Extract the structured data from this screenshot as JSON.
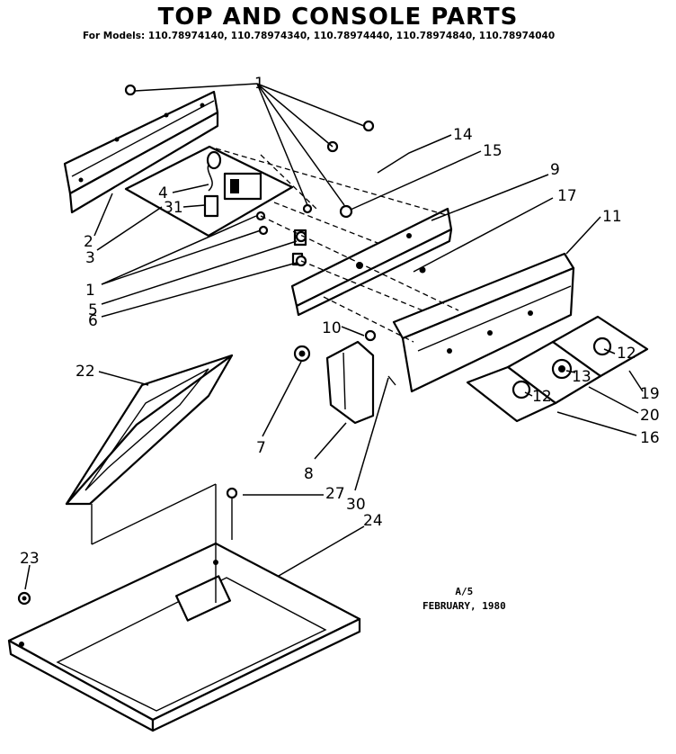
{
  "header": {
    "title": "TOP AND CONSOLE PARTS",
    "models_prefix": "For Models:",
    "models": "110.78974140, 110.78974340, 110.78974440, 110.78974840, 110.78974040"
  },
  "footer": {
    "code": "A/5",
    "date": "FEBRUARY, 1980"
  },
  "callouts": [
    {
      "id": "1a",
      "text": "1"
    },
    {
      "id": "1b",
      "text": "1"
    },
    {
      "id": "2",
      "text": "2"
    },
    {
      "id": "3",
      "text": "3"
    },
    {
      "id": "4",
      "text": "4"
    },
    {
      "id": "5",
      "text": "5"
    },
    {
      "id": "6",
      "text": "6"
    },
    {
      "id": "7",
      "text": "7"
    },
    {
      "id": "8",
      "text": "8"
    },
    {
      "id": "9",
      "text": "9"
    },
    {
      "id": "10",
      "text": "10"
    },
    {
      "id": "11",
      "text": "11"
    },
    {
      "id": "12a",
      "text": "12"
    },
    {
      "id": "12b",
      "text": "12"
    },
    {
      "id": "13",
      "text": "13"
    },
    {
      "id": "14",
      "text": "14"
    },
    {
      "id": "15",
      "text": "15"
    },
    {
      "id": "16",
      "text": "16"
    },
    {
      "id": "17",
      "text": "17"
    },
    {
      "id": "19",
      "text": "19"
    },
    {
      "id": "20",
      "text": "20"
    },
    {
      "id": "22",
      "text": "22"
    },
    {
      "id": "23",
      "text": "23"
    },
    {
      "id": "24",
      "text": "24"
    },
    {
      "id": "27",
      "text": "27"
    },
    {
      "id": "30",
      "text": "30"
    },
    {
      "id": "31",
      "text": "31"
    }
  ]
}
